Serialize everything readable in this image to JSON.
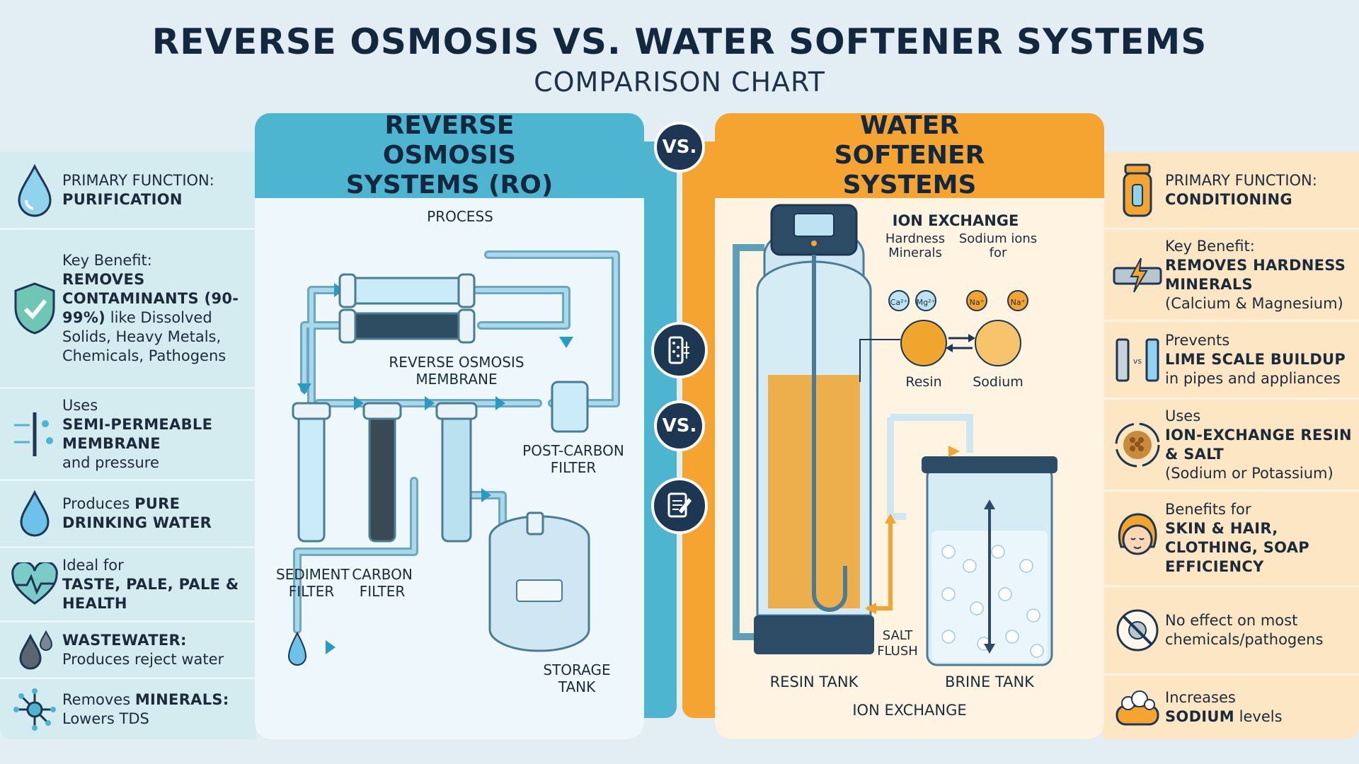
{
  "header": {
    "title": "REVERSE OSMOSIS VS. WATER SOFTENER SYSTEMS",
    "subtitle": "COMPARISON CHART"
  },
  "ro_panel": {
    "title": "REVERSE OSMOSIS SYSTEMS (RO)",
    "process_label": "PROCESS",
    "membrane_label": "REVERSE OSMOSIS MEMBRANE",
    "post_carbon_label": "POST-CARBON FILTER",
    "sediment_label": "SEDIMENT FILTER",
    "carbon_label": "CARBON FILTER",
    "storage_label": "STORAGE TANK"
  },
  "ws_panel": {
    "title": "WATER SOFTENER SYSTEMS",
    "ion_exchange_title": "ION EXCHANGE",
    "hardness_label": "Hardness Minerals",
    "sodium_ions_label": "Sodium ions for",
    "ca": "Ca²⁺",
    "mg": "Mg²⁺",
    "na": "Na⁺",
    "resin_label": "Resin",
    "sodium_label": "Sodium",
    "salt_flush_label": "SALT FLUSH",
    "resin_tank_label": "RESIN TANK",
    "brine_tank_label": "BRINE TANK",
    "bottom_label": "ION EXCHANGE"
  },
  "vs_label": "VS.",
  "left_rows": [
    {
      "icon": "water-drop-icon",
      "line1": "PRIMARY FUNCTION:",
      "bold": "PURIFICATION",
      "line3": ""
    },
    {
      "icon": "shield-check-icon",
      "line1": "Key Benefit:",
      "bold": "REMOVES CONTAMINANTS (90-99%)",
      "line3": "like Dissolved Solids, Heavy Metals, Chemicals, Pathogens"
    },
    {
      "icon": "membrane-icon",
      "line1": "Uses",
      "bold": "SEMI-PERMEABLE MEMBRANE",
      "line3": "and pressure"
    },
    {
      "icon": "pure-drop-icon",
      "line1": "Produces",
      "bold": "PURE DRINKING WATER",
      "line3": ""
    },
    {
      "icon": "heart-pulse-icon",
      "line1": "Ideal for",
      "bold": "TASTE, PALE, PALE & HEALTH",
      "line3": ""
    },
    {
      "icon": "dark-drops-icon",
      "line1": "",
      "bold": "WASTEWATER:",
      "line3": "Produces reject water"
    },
    {
      "icon": "molecule-icon",
      "line1": "Removes",
      "bold": "MINERALS:",
      "line3": "Lowers TDS"
    }
  ],
  "right_rows": [
    {
      "icon": "softener-tank-icon",
      "line1": "PRIMARY FUNCTION:",
      "bold": "CONDITIONING",
      "line3": ""
    },
    {
      "icon": "pipe-bolt-icon",
      "line1": "Key Benefit:",
      "bold": "REMOVES HARDNESS MINERALS",
      "line3": "(Calcium & Magnesium)"
    },
    {
      "icon": "pipes-compare-icon",
      "line1": "Prevents",
      "bold": "LIME SCALE BUILDUP",
      "line3": "in pipes and appliances"
    },
    {
      "icon": "resin-cycle-icon",
      "line1": "Uses",
      "bold": "ION-EXCHANGE RESIN & SALT",
      "line3": "(Sodium or Potassium)"
    },
    {
      "icon": "face-hair-icon",
      "line1": "Benefits for",
      "bold": "SKIN & HAIR, CLOTHING, SOAP EFFICIENCY",
      "line3": ""
    },
    {
      "icon": "no-germ-icon",
      "line1": "No effect on most chemicals/pathogens",
      "bold": "",
      "line3": ""
    },
    {
      "icon": "soap-bubbles-icon",
      "line1": "Increases",
      "bold": "SODIUM",
      "line3": "levels"
    }
  ],
  "colors": {
    "ro_accent": "#4eb5d0",
    "ws_accent": "#f5a431",
    "navy": "#1d3752",
    "resin_orange": "#f0a52e"
  }
}
